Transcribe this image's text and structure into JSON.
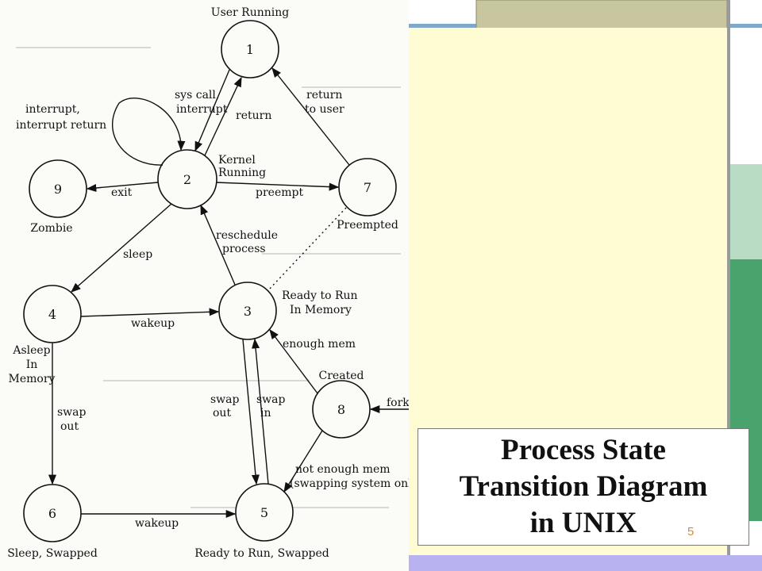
{
  "slide": {
    "title_lines": [
      "Process State",
      "Transition Diagram",
      "in UNIX"
    ],
    "page_number": "5",
    "colors": {
      "top_stripe": "#7ea9cb",
      "accent_box": "#c8c69f",
      "yellow_panel": "#fffbd2",
      "green_panel": "#48a46c",
      "bottom_stripe": "#b8b2f0",
      "page_number": "#d4893a"
    }
  },
  "diagram": {
    "states": [
      {
        "id": "1",
        "label": "User Running"
      },
      {
        "id": "2",
        "label": "Kernel Running"
      },
      {
        "id": "3",
        "label": "Ready to Run In Memory"
      },
      {
        "id": "4",
        "label": "Asleep In Memory"
      },
      {
        "id": "5",
        "label": "Ready to Run, Swapped"
      },
      {
        "id": "6",
        "label": "Sleep, Swapped"
      },
      {
        "id": "7",
        "label": "Preempted"
      },
      {
        "id": "8",
        "label": "Created"
      },
      {
        "id": "9",
        "label": "Zombie"
      }
    ],
    "transitions": {
      "syscall": "sys call,",
      "interrupt": "interrupt",
      "return": "return",
      "interrupt_self": "interrupt,",
      "interrupt_return": "interrupt return",
      "return_to": "return",
      "to_user": "to user",
      "exit": "exit",
      "preempt": "preempt",
      "reschedule": "reschedule",
      "process": "process",
      "sleep": "sleep",
      "wakeup_mem": "wakeup",
      "enough_mem": "enough mem",
      "swap_out_left_1": "swap",
      "swap_out_left_2": "out",
      "swap_out_mid_1": "swap",
      "swap_out_mid_2": "out",
      "swap_in_1": "swap",
      "swap_in_2": "in",
      "fork": "fork",
      "not_enough_1": "not enough mem",
      "not_enough_2": "(swapping system only)",
      "wakeup_swapped": "wakeup"
    },
    "label_parts": {
      "kernel_1": "Kernel",
      "kernel_2": "Running",
      "ready_1": "Ready to Run",
      "ready_2": "In Memory",
      "asleep_1": "Asleep",
      "asleep_2": "In",
      "asleep_3": "Memory"
    }
  }
}
